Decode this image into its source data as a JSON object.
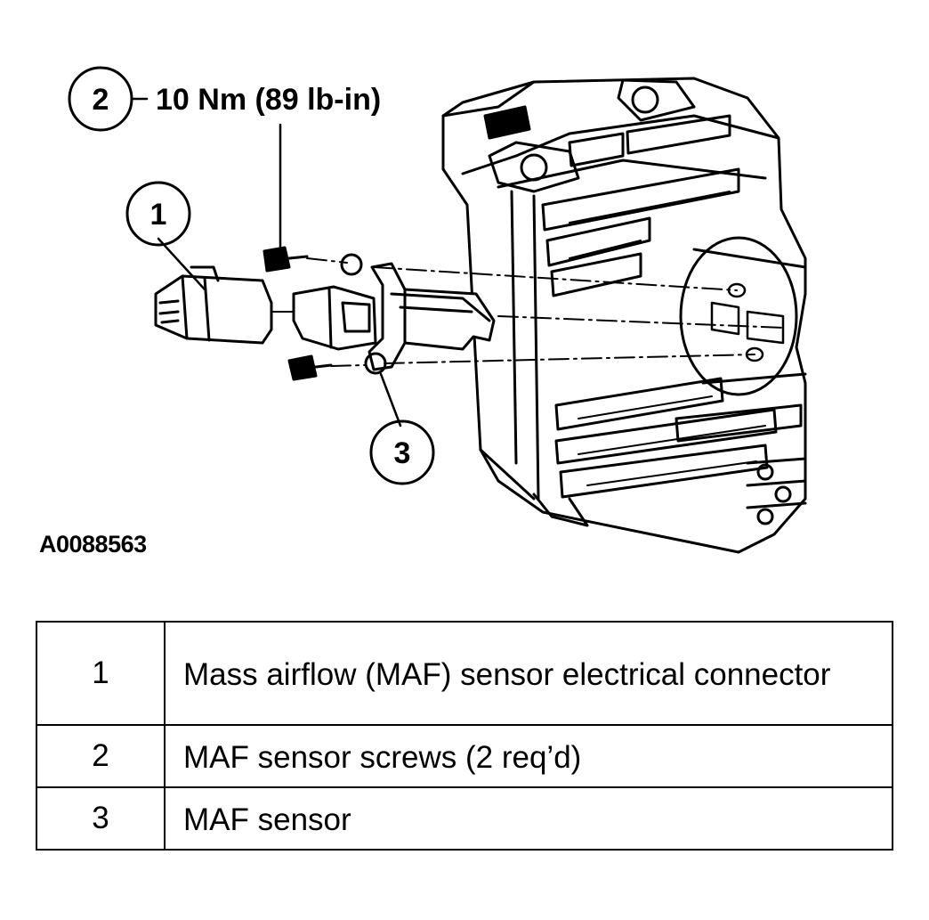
{
  "callouts": [
    {
      "number": "1"
    },
    {
      "number": "2",
      "torque": "10 Nm (89 lb-in)"
    },
    {
      "number": "3"
    }
  ],
  "figure_id": "A0088563",
  "legend": [
    {
      "number": "1",
      "description": "Mass airflow (MAF) sensor electrical connector"
    },
    {
      "number": "2",
      "description": "MAF sensor screws (2 req’d)"
    },
    {
      "number": "3",
      "description": "MAF sensor"
    }
  ],
  "icons": [
    "air-cleaner-housing-illustration",
    "electrical-connector-illustration",
    "screw-illustration",
    "maf-sensor-illustration"
  ]
}
